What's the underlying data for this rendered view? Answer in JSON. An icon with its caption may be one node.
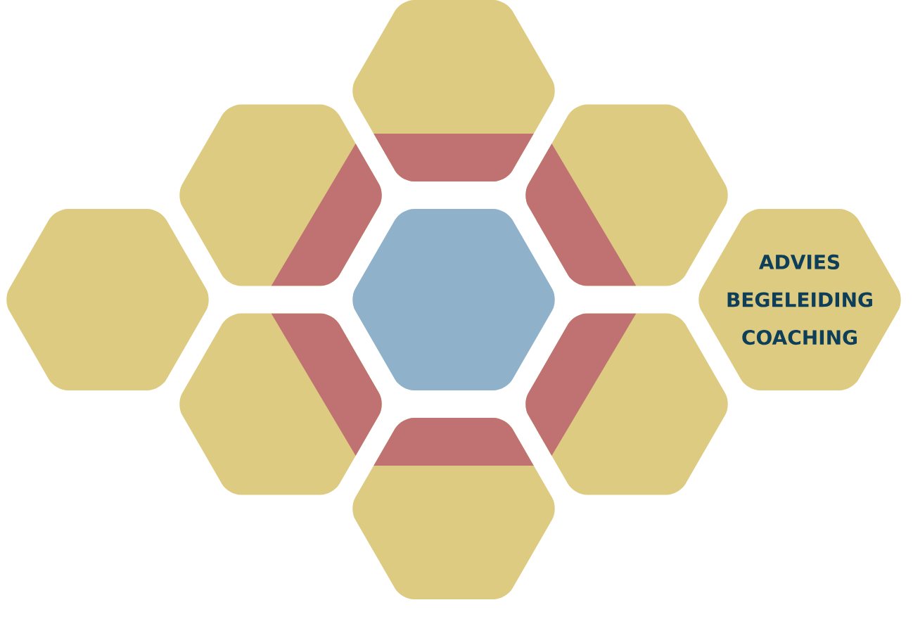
{
  "diagram": {
    "nodes": [
      {
        "text": [],
        "shape": "hexagon"
      },
      {
        "text": [],
        "shape": "hexagon"
      },
      {
        "text": [],
        "shape": "hexagon"
      },
      {
        "text": [],
        "shape": "hexagon"
      },
      {
        "text": [],
        "shape": "hexagon"
      },
      {
        "text": [
          "ADVIES",
          "BEGELEIDING",
          "COACHING"
        ]
      },
      {
        "text": [],
        "shape": "hexagon"
      },
      {
        "text": [],
        "shape": "hexagon"
      },
      {
        "text": [],
        "shape": "hexagon"
      }
    ]
  }
}
